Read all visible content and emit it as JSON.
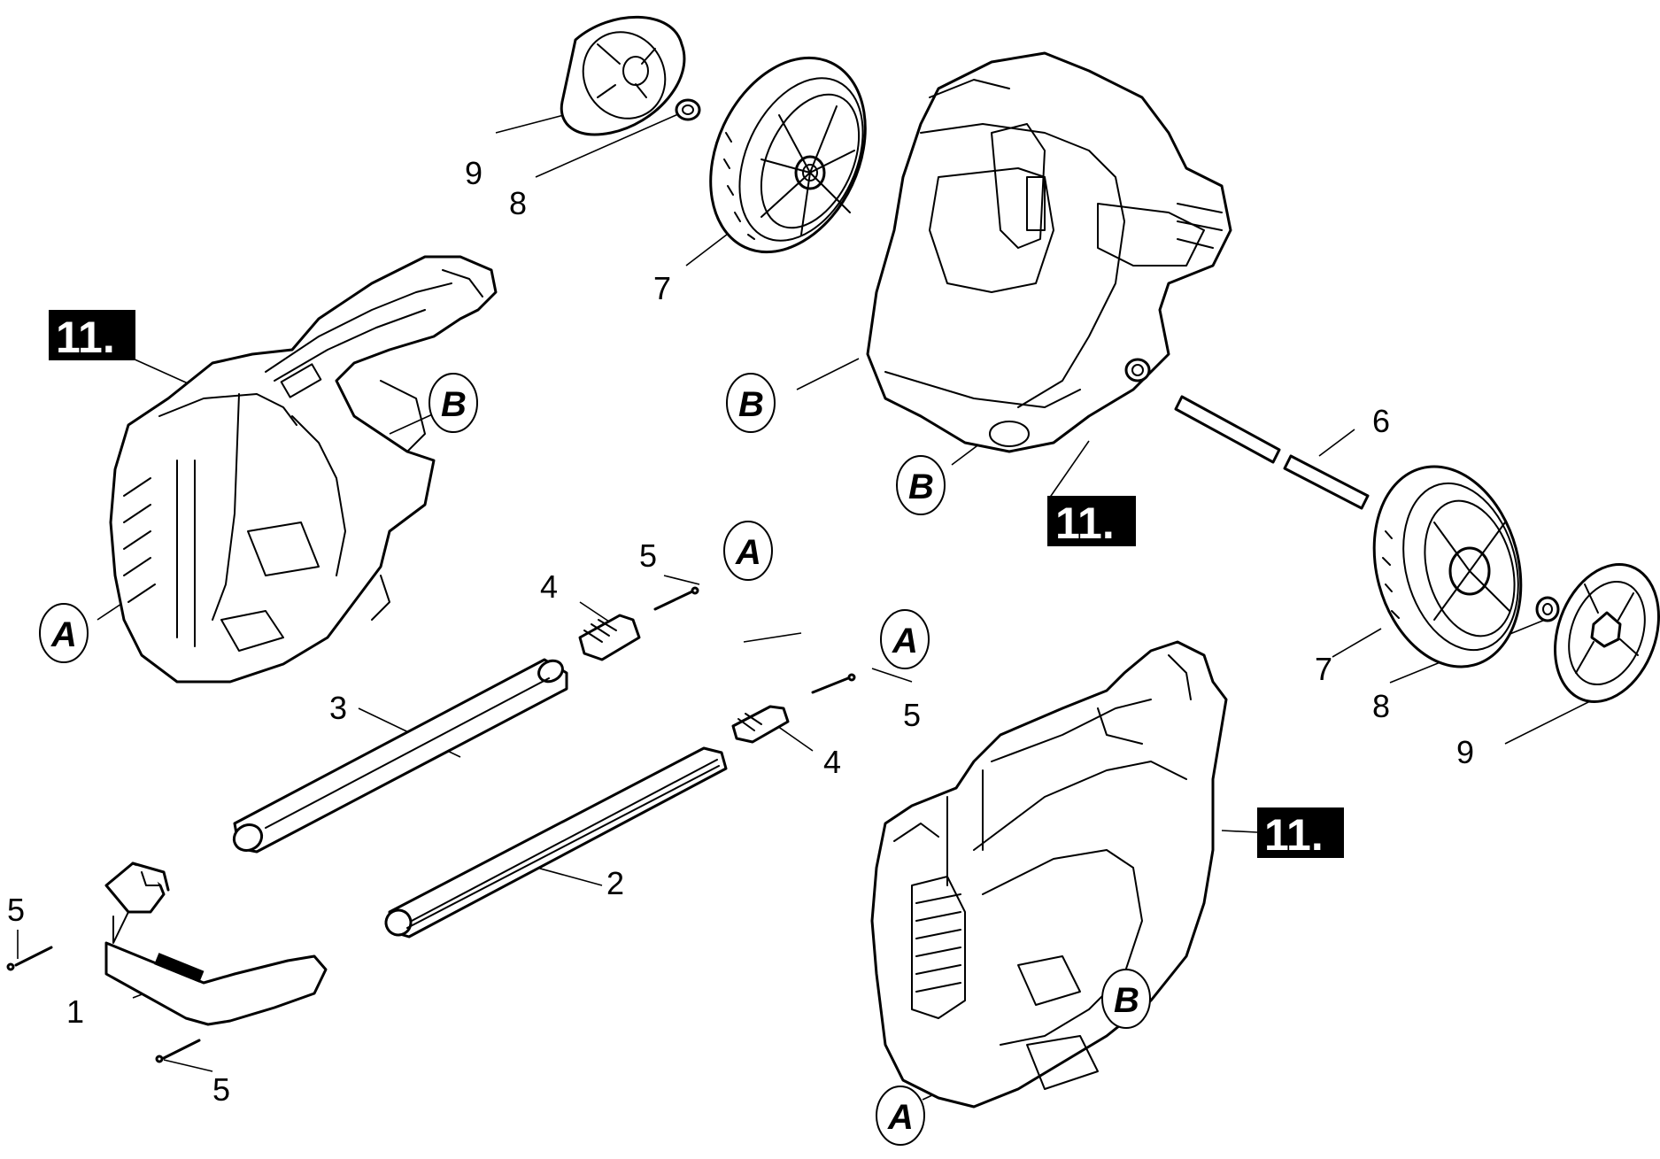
{
  "labels": {
    "n1": "1",
    "n2": "2",
    "n3": "3",
    "n4": "4",
    "n5": "5",
    "n6": "6",
    "n7": "7",
    "n8": "8",
    "n9": "9",
    "housing": "11.",
    "conn_a": "A",
    "conn_b": "B"
  },
  "colors": {
    "line": "#000000",
    "background": "#ffffff",
    "label_box": "#000000",
    "label_text": "#ffffff"
  },
  "icons": {
    "callout_box": "black-rectangle-label",
    "connector_marker": "circled-letter"
  }
}
